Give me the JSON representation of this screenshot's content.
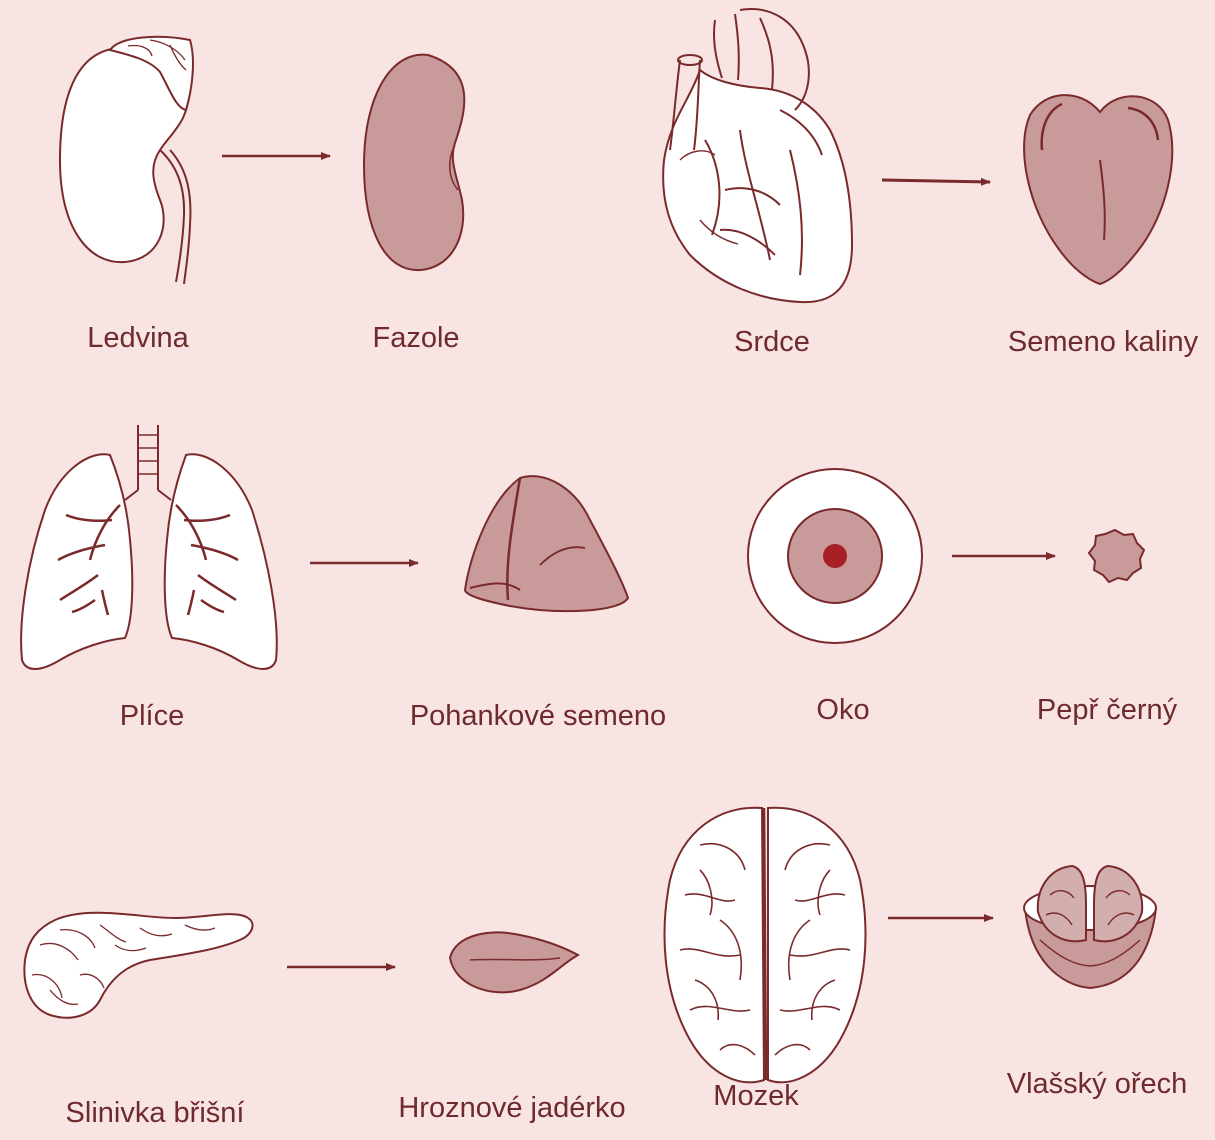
{
  "colors": {
    "background": "#f8e4e3",
    "ink": "#7a2a2b",
    "fill": "#c99a9a",
    "dot": "#a51f24"
  },
  "rows": [
    {
      "pairs": [
        {
          "organ": {
            "label": "Ledvina",
            "icon": "kidney-icon"
          },
          "food": {
            "label": "Fazole",
            "icon": "bean-icon"
          }
        },
        {
          "organ": {
            "label": "Srdce",
            "icon": "heart-icon"
          },
          "food": {
            "label": "Semeno kaliny",
            "icon": "viburnum-seed-icon"
          }
        }
      ]
    },
    {
      "pairs": [
        {
          "organ": {
            "label": "Plíce",
            "icon": "lungs-icon"
          },
          "food": {
            "label": "Pohankové semeno",
            "icon": "buckwheat-seed-icon"
          }
        },
        {
          "organ": {
            "label": "Oko",
            "icon": "eye-icon"
          },
          "food": {
            "label": "Pepř černý",
            "icon": "black-pepper-icon"
          }
        }
      ]
    },
    {
      "pairs": [
        {
          "organ": {
            "label": "Slinivka břišní",
            "icon": "pancreas-icon"
          },
          "food": {
            "label": "Hroznové jadérko",
            "icon": "grape-seed-icon"
          }
        },
        {
          "organ": {
            "label": "Mozek",
            "icon": "brain-icon"
          },
          "food": {
            "label": "Vlašský ořech",
            "icon": "walnut-icon"
          }
        }
      ]
    }
  ]
}
